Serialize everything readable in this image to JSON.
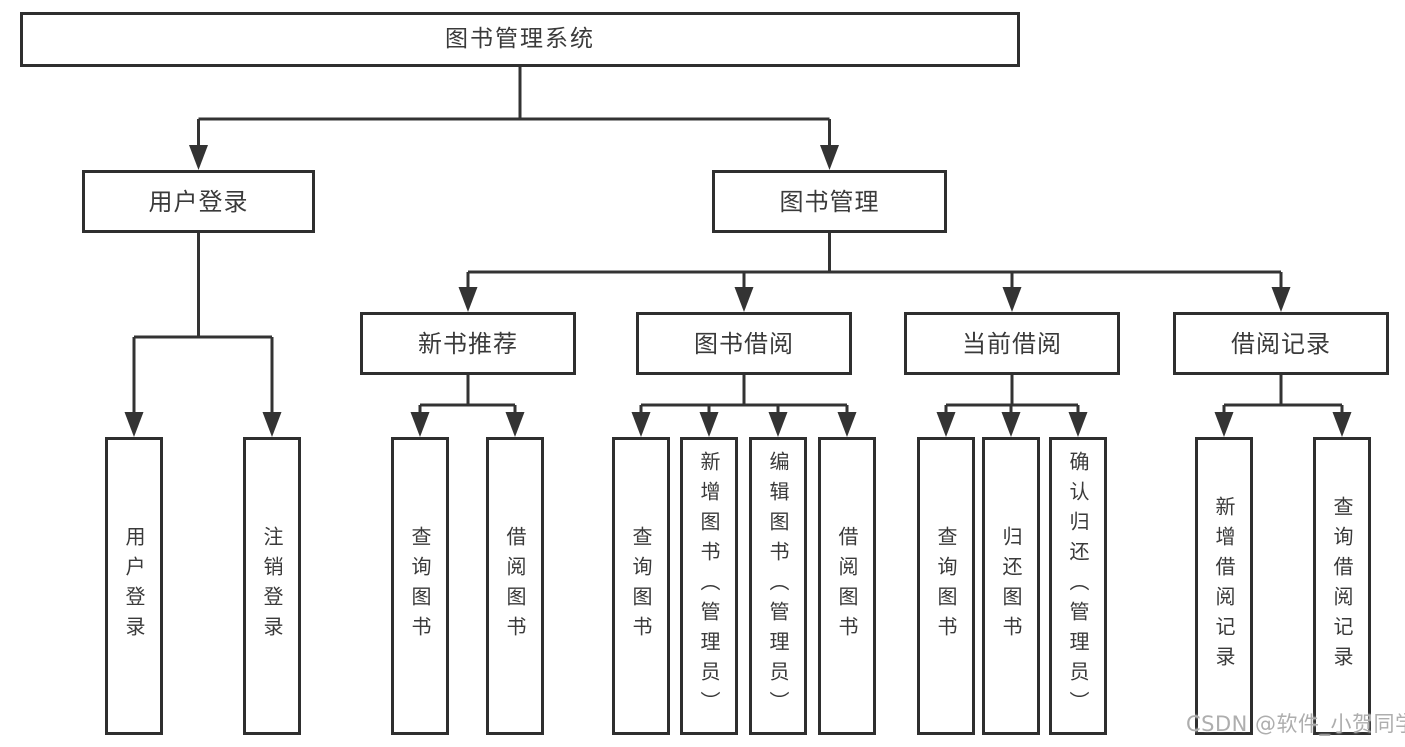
{
  "tree": {
    "root": "图书管理系统",
    "branches": [
      {
        "label": "用户登录",
        "children": [
          "用户登录",
          "注销登录"
        ]
      },
      {
        "label": "图书管理",
        "children": [
          {
            "label": "新书推荐",
            "children": [
              "查询图书",
              "借阅图书"
            ]
          },
          {
            "label": "图书借阅",
            "children": [
              "查询图书",
              "新增图书（管理员）",
              "编辑图书（管理员）",
              "借阅图书"
            ]
          },
          {
            "label": "当前借阅",
            "children": [
              "查询图书",
              "归还图书",
              "确认归还（管理员）"
            ]
          },
          {
            "label": "借阅记录",
            "children": [
              "新增借阅记录",
              "查询借阅记录"
            ]
          }
        ]
      }
    ]
  },
  "watermark": {
    "text": "CSDN @软件_小贺同学"
  },
  "appearance": {
    "line_color": "#333333",
    "box_border_color": "#2f2f2f",
    "text_color": "#3a3a3a",
    "watermark_color": "#aeaeae",
    "background_color": "#ffffff"
  }
}
